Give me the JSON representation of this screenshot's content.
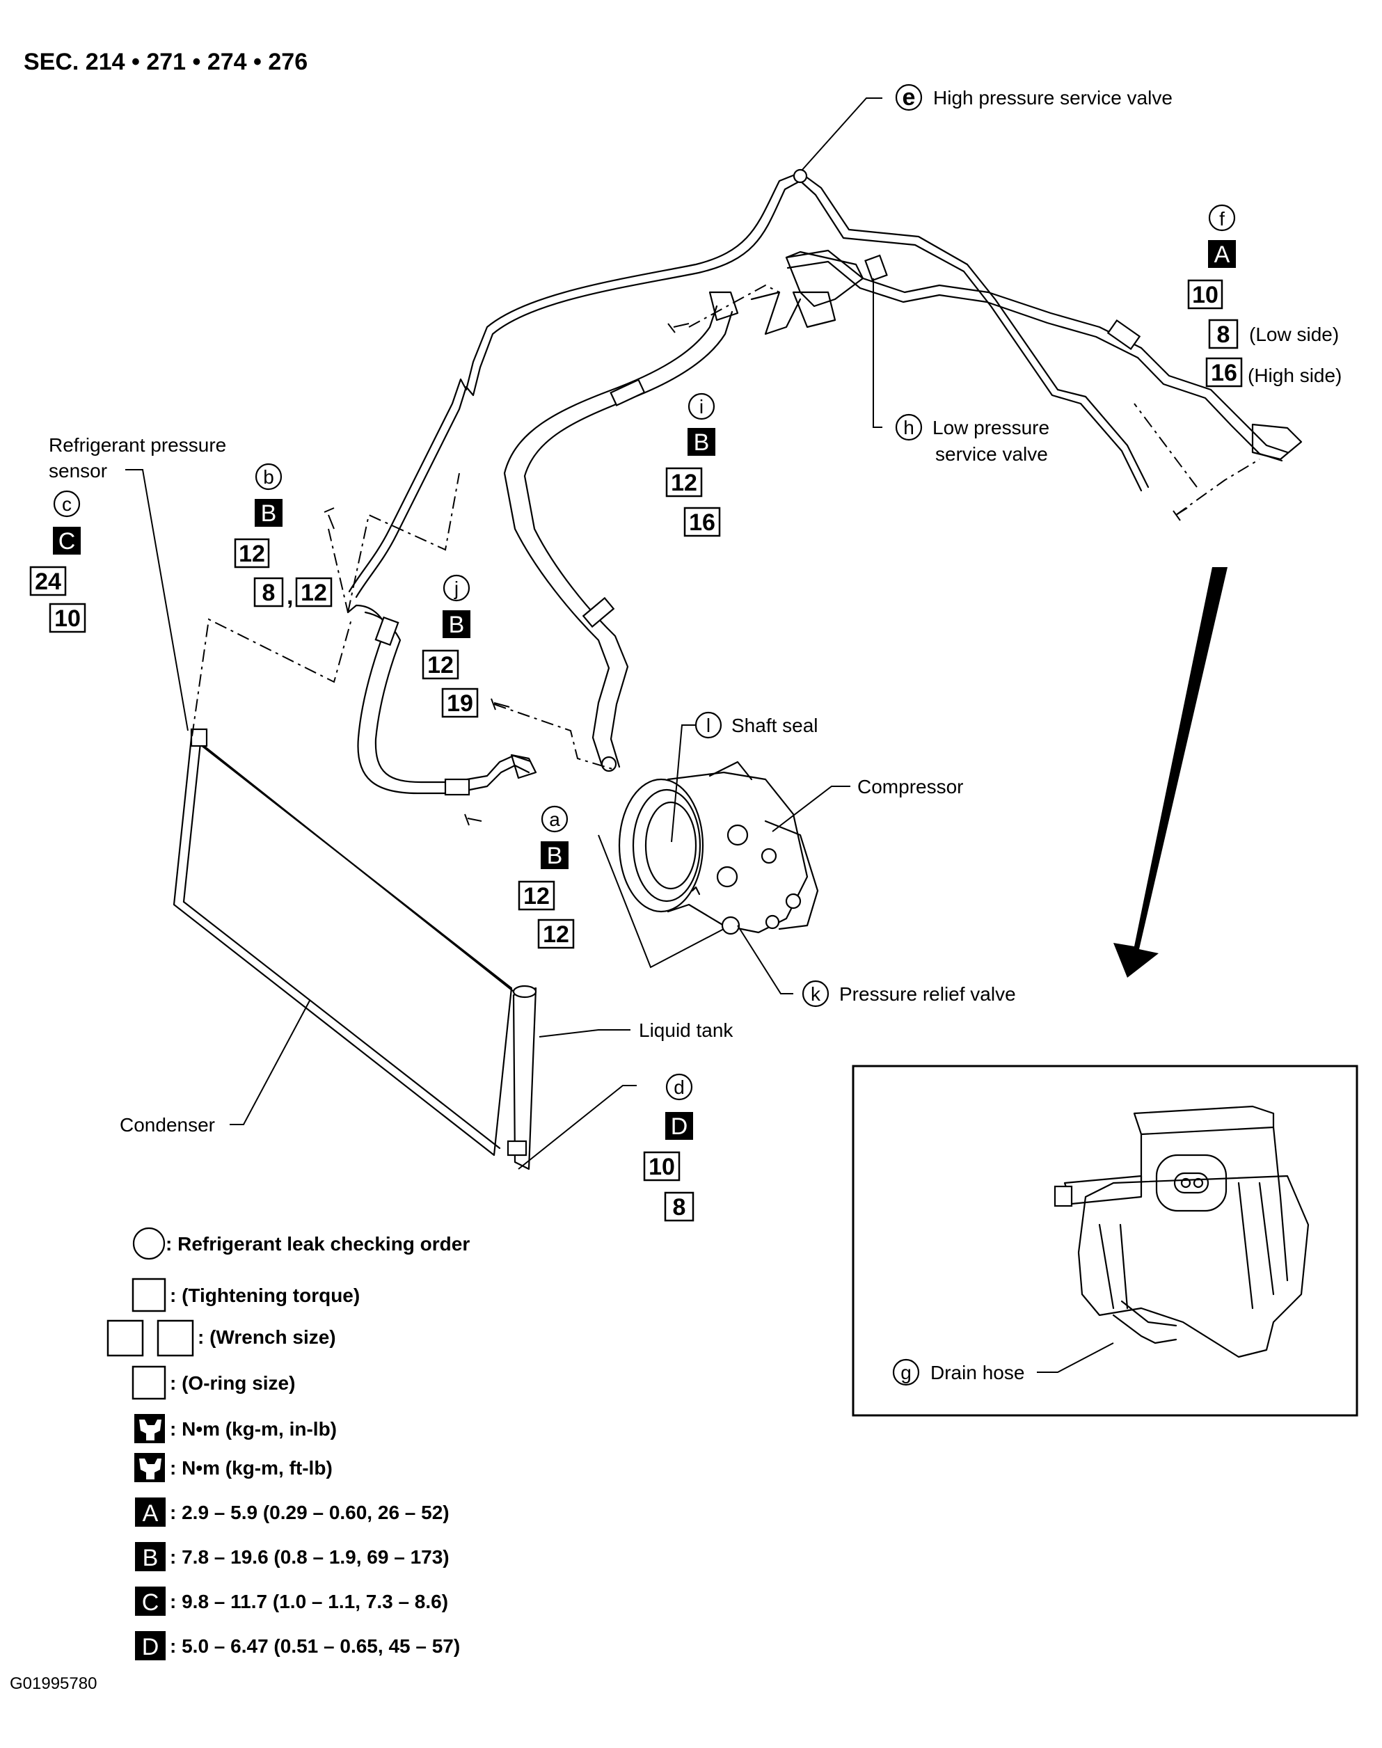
{
  "header": {
    "section": "SEC. 214 • 271 • 274 • 276"
  },
  "footer": {
    "figure_id": "G01995780"
  },
  "labels": {
    "e": "High pressure service valve",
    "h": "Low pressure",
    "h2": "service valve",
    "refrig1": "Refrigerant pressure",
    "refrig2": "sensor",
    "shaft": "Shaft seal",
    "compressor": "Compressor",
    "relief": "Pressure relief valve",
    "liquid": "Liquid tank",
    "condenser": "Condenser",
    "drain": "Drain hose"
  },
  "callouts": {
    "a": {
      "letter": "a",
      "grade": "B",
      "torque": "12",
      "oring": "12"
    },
    "b": {
      "letter": "b",
      "grade": "B",
      "torque": "12",
      "wrench1": "8",
      "wrench2": "12"
    },
    "c": {
      "letter": "c",
      "grade": "C",
      "torque": "24",
      "oring": "10"
    },
    "d": {
      "letter": "d",
      "grade": "D",
      "torque": "10",
      "oring": "8"
    },
    "e": {
      "letter": "e"
    },
    "f": {
      "letter": "f",
      "grade": "A",
      "torque": "10",
      "oring_low": "8",
      "low_note": "(Low side)",
      "oring_high": "16",
      "high_note": "(High side)"
    },
    "g": {
      "letter": "g"
    },
    "h": {
      "letter": "h"
    },
    "i": {
      "letter": "i",
      "grade": "B",
      "torque": "12",
      "oring": "16"
    },
    "j": {
      "letter": "j",
      "grade": "B",
      "torque": "12",
      "oring": "19"
    },
    "k": {
      "letter": "k"
    },
    "l": {
      "letter": "l"
    }
  },
  "legend": {
    "circle": ": Refrigerant leak checking order",
    "torque": ": (Tightening torque)",
    "wrench": ": (Wrench size)",
    "oring": ": (O-ring size)",
    "unit_inlb": ": N•m (kg-m, in-lb)",
    "unit_ftlb": ": N•m (kg-m, ft-lb)",
    "A": {
      "key": "A",
      "text": ": 2.9 – 5.9 (0.29 – 0.60, 26 – 52)"
    },
    "B": {
      "key": "B",
      "text": ": 7.8 – 19.6 (0.8 – 1.9, 69 – 173)"
    },
    "C": {
      "key": "C",
      "text": ": 9.8 – 11.7 (1.0 – 1.1, 7.3 – 8.6)"
    },
    "D": {
      "key": "D",
      "text": ": 5.0 – 6.47 (0.51 – 0.65, 45 – 57)"
    }
  }
}
